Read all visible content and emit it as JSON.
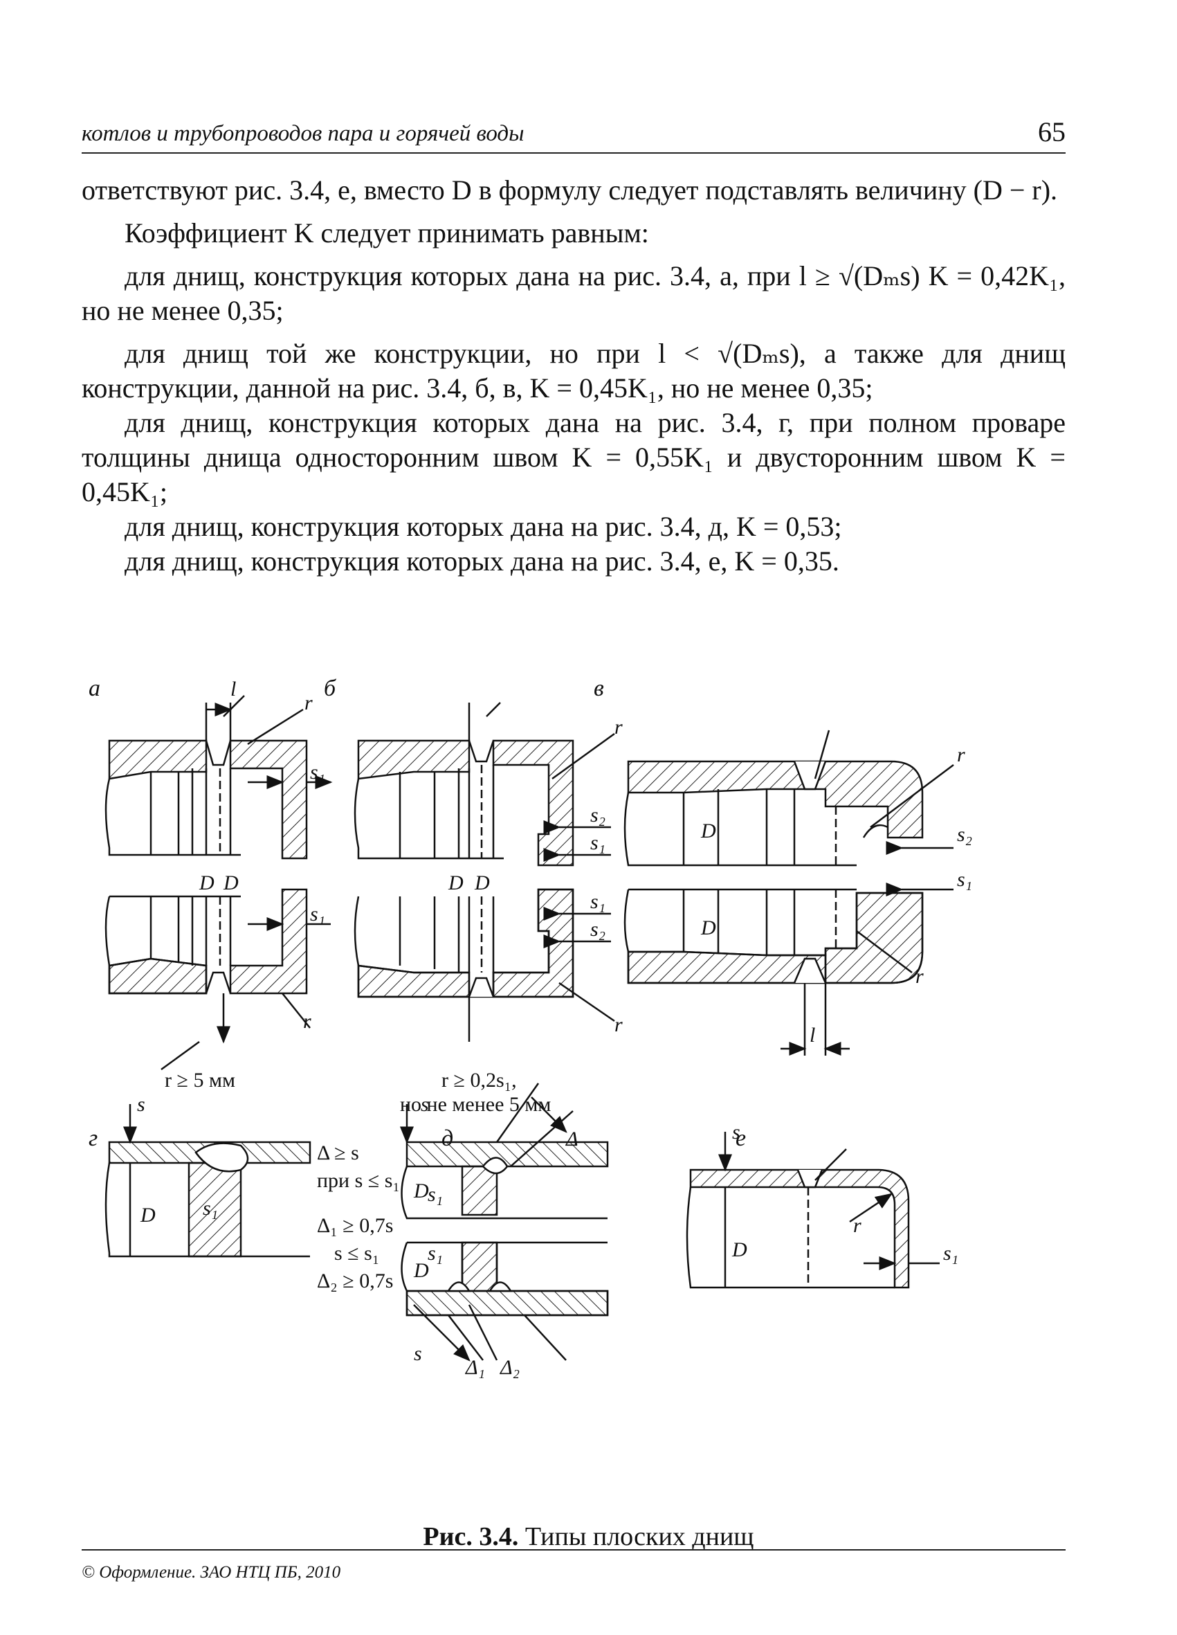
{
  "header": {
    "running_title": "котлов и трубопроводов пара и горячей воды",
    "page_number": "65"
  },
  "body": [
    "ответствуют рис. 3.4, е, вместо D в формулу следует подставлять величину (D − r).",
    "Коэффициент K следует принимать равным:",
    "для днищ, конструкция которых дана на рис. 3.4, а, при l ≥ √(Dₘs) K = 0,42K₁, но не менее 0,35;",
    "для днищ той же конструкции, но при l < √(Dₘs), а также для днищ конструкции, данной на рис. 3.4, б, в, K = 0,45K₁, но не менее 0,35;",
    "для днищ, конструкция которых дана на рис. 3.4, г, при полном проваре толщины днища односторонним швом K = 0,55K₁ и двусторонним швом K = 0,45K₁;",
    "для днищ, конструкция которых дана на рис. 3.4, д, K = 0,53;",
    "для днищ, конструкция которых дана на рис. 3.4, е, K = 0,35."
  ],
  "figure": {
    "panel_labels": [
      "а",
      "б",
      "в",
      "г",
      "д",
      "е"
    ],
    "notes": {
      "a": "r ≥ 5 мм",
      "b_line1": "r ≥ 0,2s₁,",
      "b_line2": "но не менее 5 мм",
      "g1": "Δ ≥ s",
      "g2": "при s ≤ s₁",
      "g3": "Δ₁ ≥ 0,7s",
      "g4": "s ≤ s₁",
      "g5": "Δ₂ ≥ 0,7s"
    },
    "symbols": {
      "s": "s",
      "s1": "s₁",
      "s2": "s₂",
      "D": "D",
      "r": "r",
      "l": "l",
      "delta": "Δ",
      "delta1": "Δ₁",
      "delta2": "Δ₂"
    }
  },
  "caption": {
    "label": "Рис. 3.4.",
    "text": "Типы плоских днищ"
  },
  "footer": {
    "copyright": "© Оформление. ЗАО НТЦ ПБ, 2010"
  }
}
